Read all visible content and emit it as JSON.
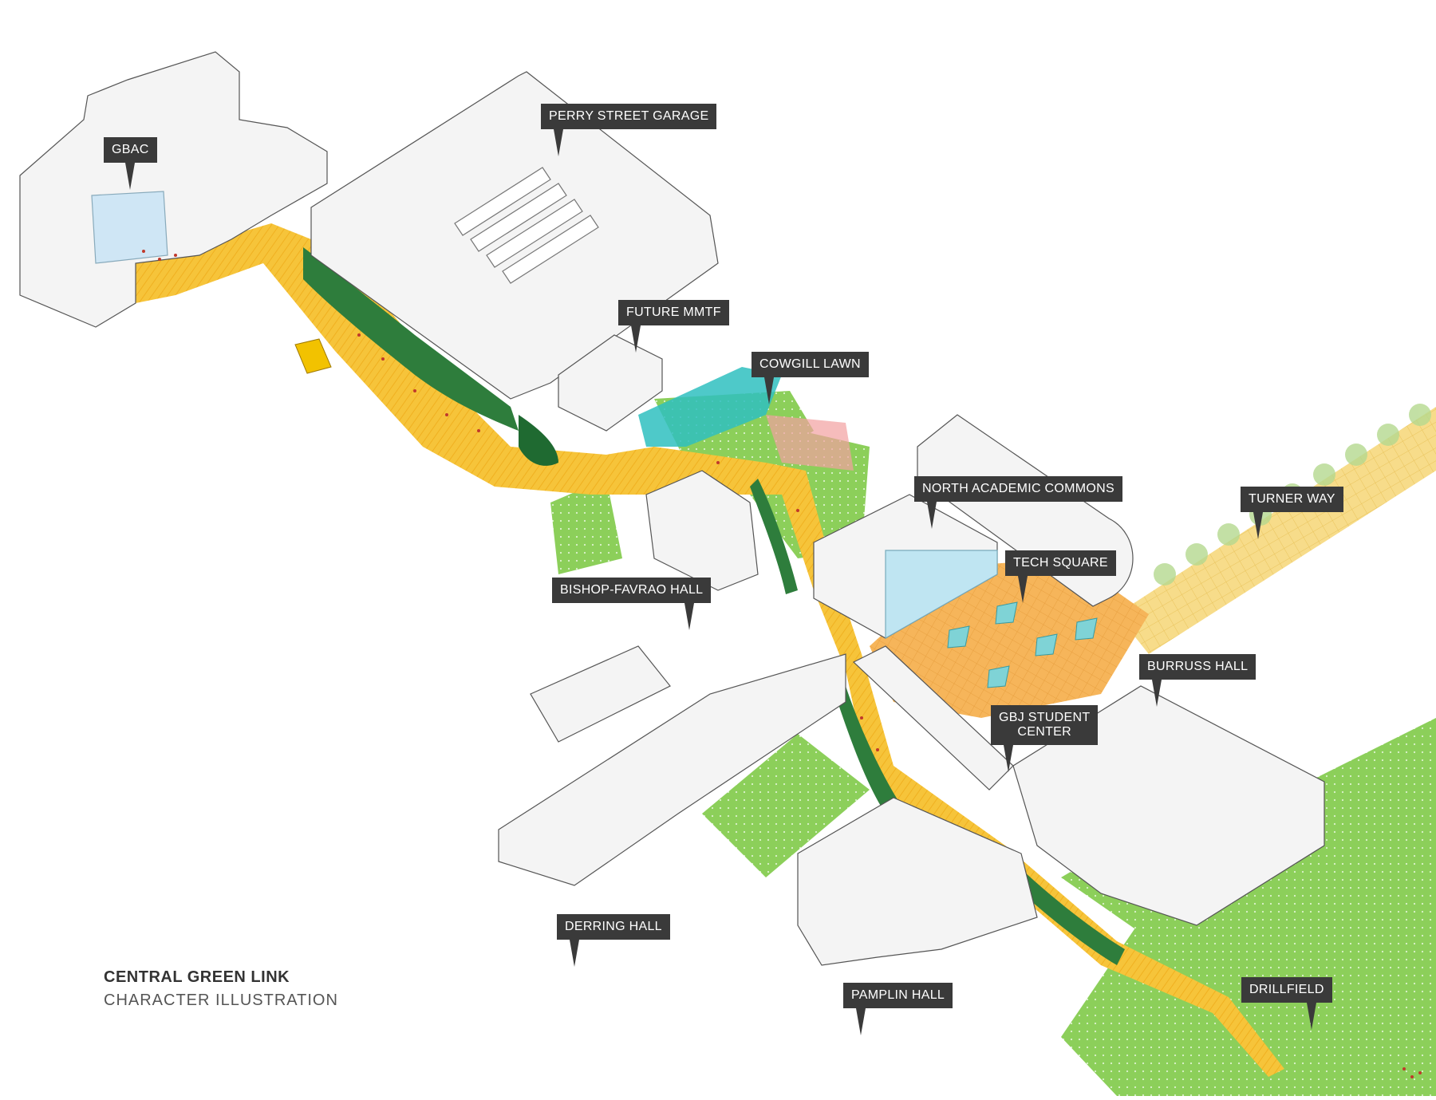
{
  "labels": {
    "gbac": "GBAC",
    "perry_street_garage": "PERRY STREET GARAGE",
    "future_mmtf": "FUTURE MMTF",
    "cowgill_lawn": "COWGILL LAWN",
    "north_academic_commons": "NORTH ACADEMIC COMMONS",
    "turner_way": "TURNER WAY",
    "tech_square": "TECH SQUARE",
    "bishop_favrao_hall": "BISHOP-FAVRAO HALL",
    "burruss_hall": "BURRUSS HALL",
    "gbj_student_center_line1": "GBJ STUDENT",
    "gbj_student_center_line2": "CENTER",
    "derring_hall": "DERRING HALL",
    "pamplin_hall": "PAMPLIN HALL",
    "drillfield": "DRILLFIELD"
  },
  "caption": {
    "title": "CENTRAL GREEN LINK",
    "subtitle": "CHARACTER ILLUSTRATION"
  },
  "colors": {
    "path_yellow": "#f6c43a",
    "lawn_green": "#8ccf5a",
    "tree_dark": "#2e7d3c",
    "teal_roof": "#2fbfc0",
    "building": "#f4f4f4",
    "building_edge": "#555555",
    "callout_bg": "#3a3a3a",
    "people_red": "#c0392b",
    "bus_yellow": "#f2c200"
  }
}
